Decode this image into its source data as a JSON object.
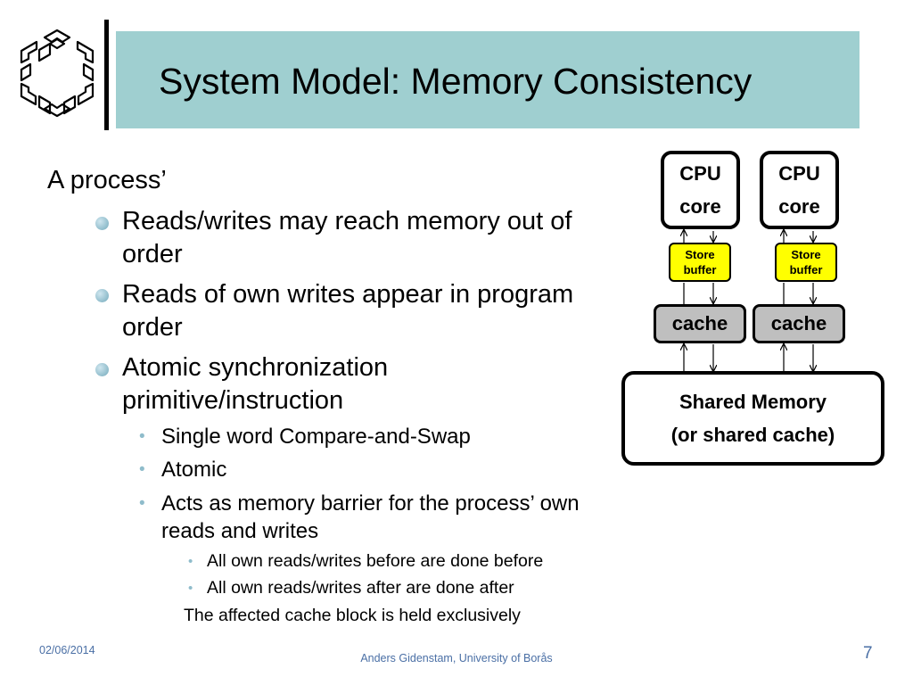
{
  "slide": {
    "title": "System Model: Memory Consistency",
    "logo_icon": "university-hexagon-logo-icon",
    "title_band_color": "#9fcfd0"
  },
  "content": {
    "heading": "A process’",
    "bullets": [
      "Reads/writes may reach memory out of order",
      "Reads of own writes appear in program order",
      "Atomic synchronization primitive/instruction"
    ],
    "sub_bullets": [
      "Single word Compare-and-Swap",
      "Atomic",
      "Acts as memory barrier for the process’ own reads and writes"
    ],
    "sub_sub_bullets": [
      "All own reads/writes before are done before",
      "All own reads/writes after are done after"
    ],
    "trailing_line": "The affected cache block is held exclusively"
  },
  "diagram": {
    "cpu_line1": "CPU",
    "cpu_line2": "core",
    "buffer_line1": "Store",
    "buffer_line2": "buffer",
    "cache_label": "cache",
    "memory_line1": "Shared Memory",
    "memory_line2": "(or shared cache)",
    "buffer_color": "#ffff00",
    "cache_color": "#bfbfbf"
  },
  "footer": {
    "date": "02/06/2014",
    "author": "Anders Gidenstam, University of Borås",
    "page_number": "7"
  }
}
